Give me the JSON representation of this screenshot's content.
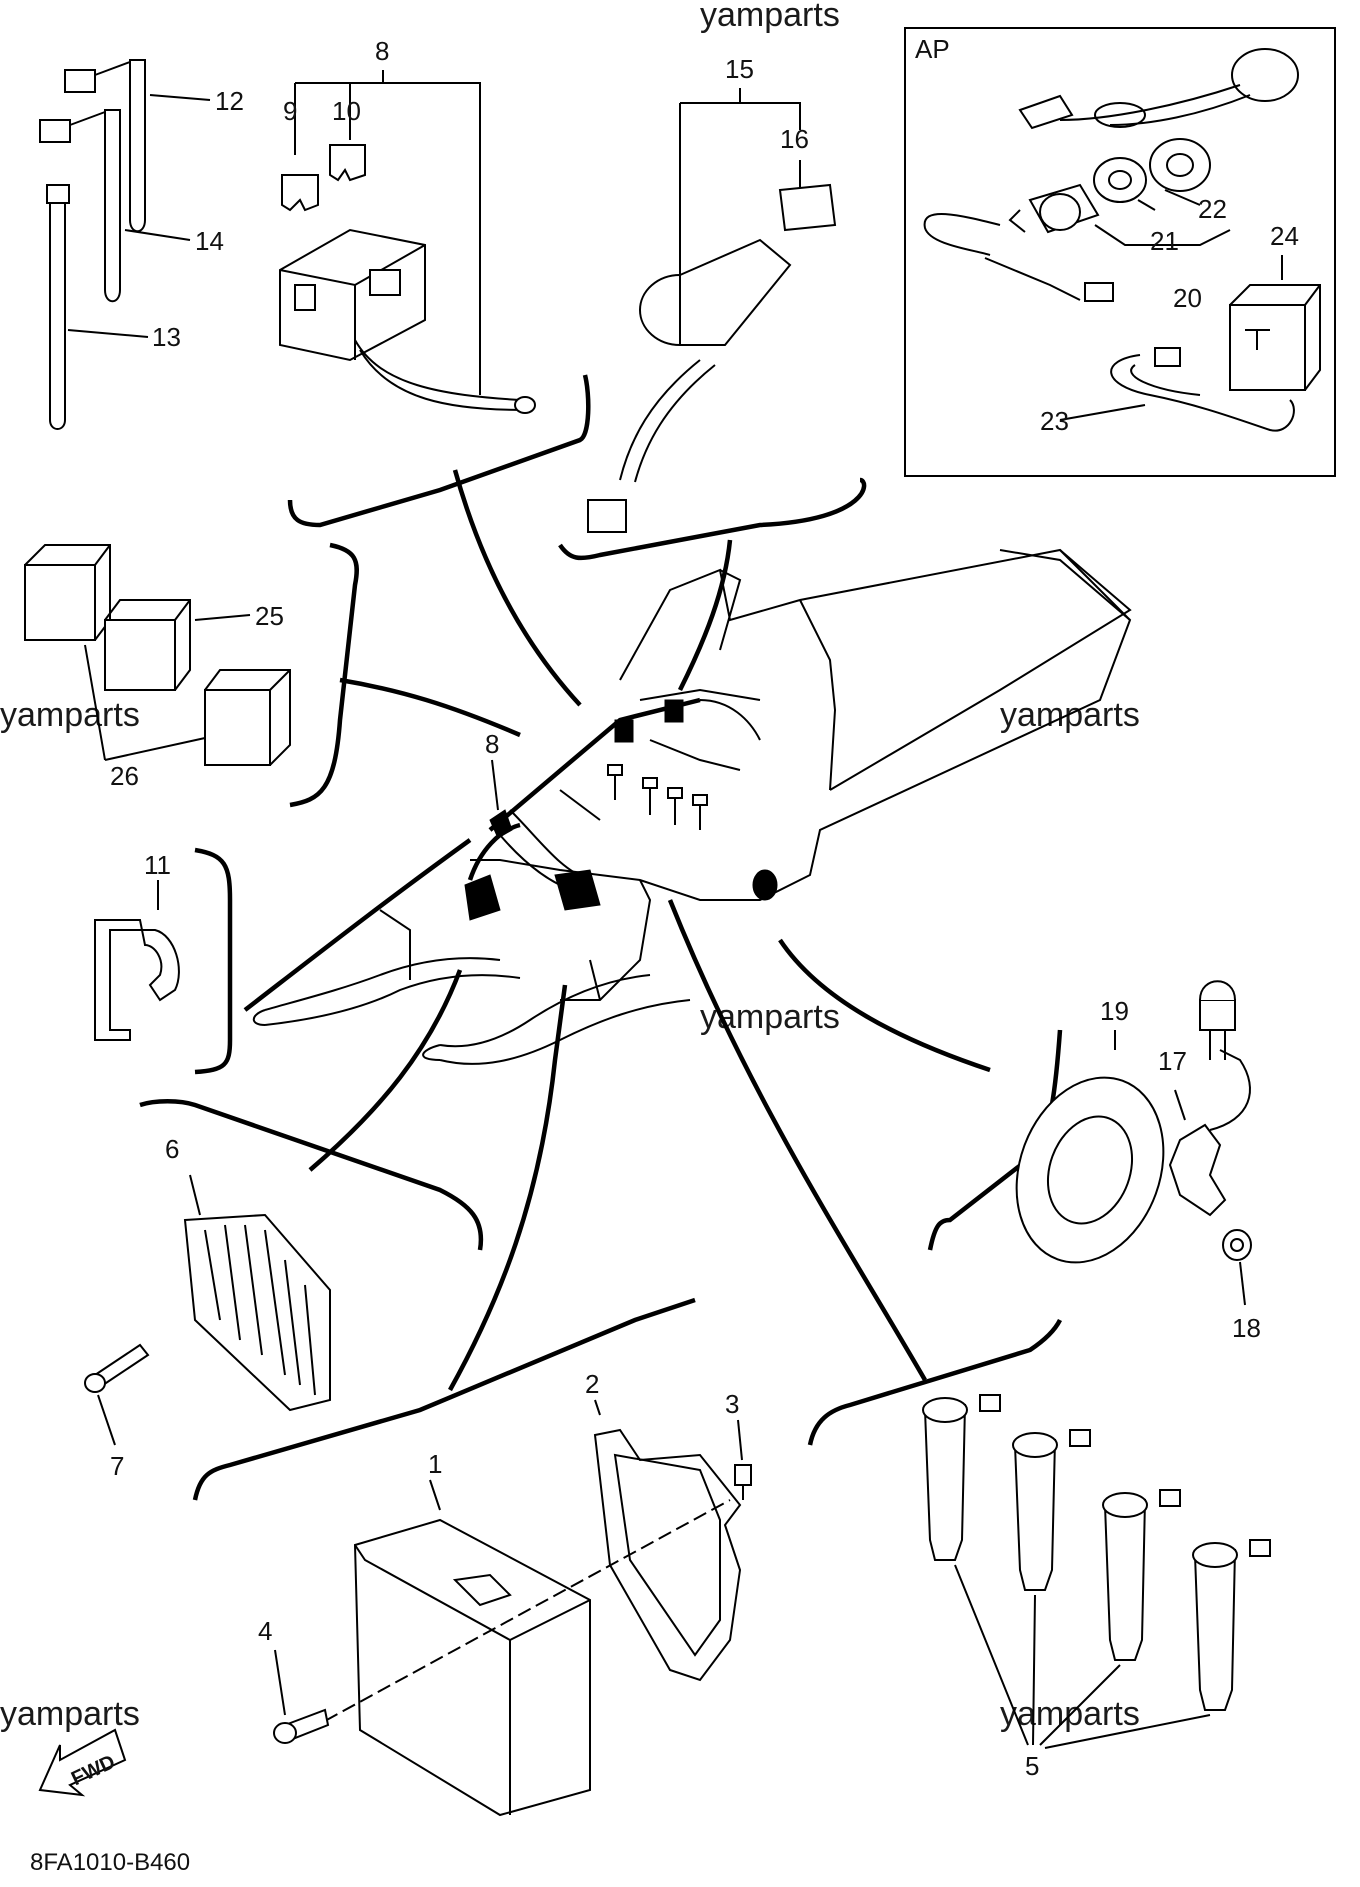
{
  "watermark": "yamparts",
  "diagram_code": "8FA1010-B460",
  "inset_label": "AP",
  "fwd_label": "FWD",
  "callouts": {
    "c1": "1",
    "c2": "2",
    "c3": "3",
    "c4": "4",
    "c5": "5",
    "c6": "6",
    "c7": "7",
    "c8_top": "8",
    "c8_main": "8",
    "c9": "9",
    "c10": "10",
    "c11": "11",
    "c12": "12",
    "c13": "13",
    "c14": "14",
    "c15": "15",
    "c16": "16",
    "c17": "17",
    "c18": "18",
    "c19": "19",
    "c20": "20",
    "c21": "21",
    "c22": "22",
    "c23": "23",
    "c24": "24",
    "c25": "25",
    "c26": "26"
  }
}
